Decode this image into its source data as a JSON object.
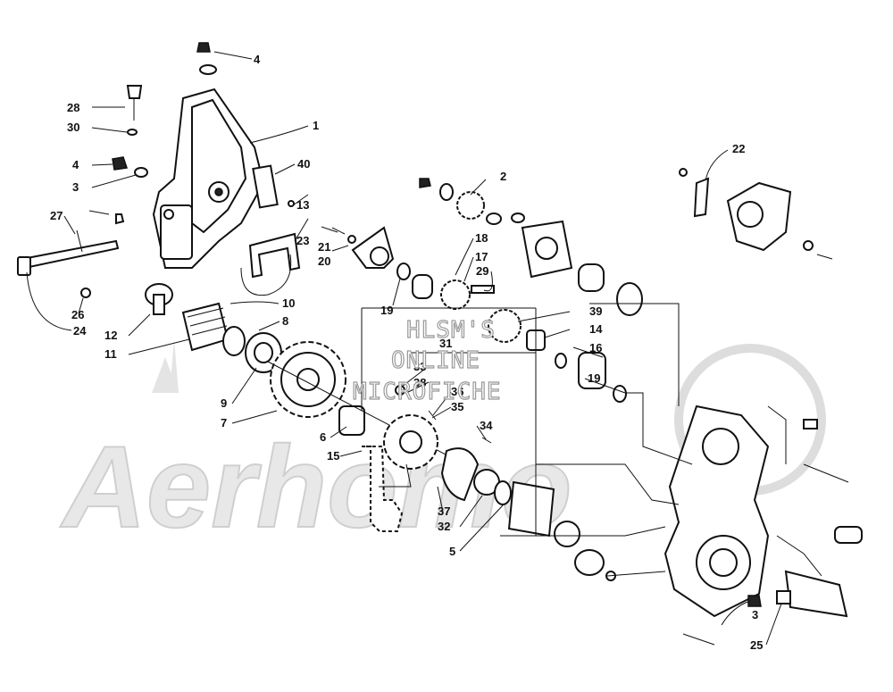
{
  "diagram": {
    "callouts": [
      "1",
      "2",
      "3",
      "3",
      "3",
      "4",
      "4",
      "5",
      "6",
      "7",
      "8",
      "9",
      "10",
      "11",
      "12",
      "13",
      "14",
      "15",
      "16",
      "17",
      "18",
      "19",
      "19",
      "20",
      "21",
      "22",
      "23",
      "24",
      "25",
      "26",
      "27",
      "28",
      "29",
      "30",
      "31",
      "32",
      "33",
      "34",
      "35",
      "36",
      "37",
      "38",
      "39",
      "40"
    ]
  },
  "watermark": {
    "lines": [
      "HLSM'S",
      "ONLINE",
      "MICROFICHE"
    ],
    "brand": "Aerhomo"
  },
  "colors": {
    "ink": "#111111",
    "watermark": "#cfcfcf",
    "background": "#ffffff"
  }
}
